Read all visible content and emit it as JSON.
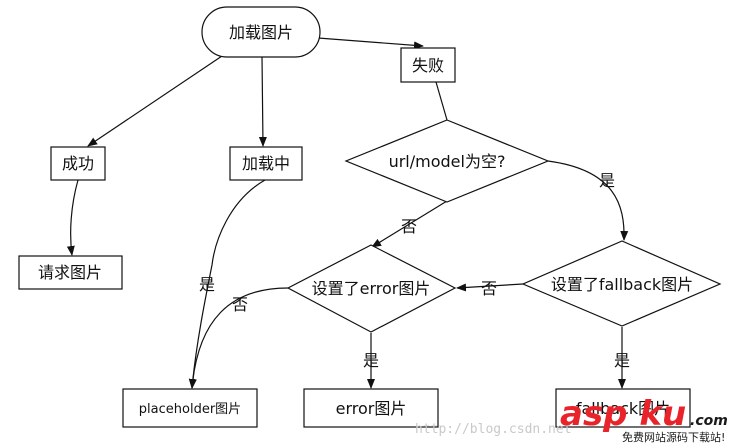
{
  "nodes": {
    "start": "加载图片",
    "fail": "失败",
    "success": "成功",
    "loading": "加载中",
    "request": "请求图片",
    "url_empty": "url/model为空?",
    "set_error": "设置了error图片",
    "set_fallback": "设置了fallback图片",
    "placeholder": "placeholder图片",
    "error_image": "error图片",
    "fallback_image": "fallback图片"
  },
  "edge_labels": {
    "url_empty_no": "否",
    "url_empty_yes": "是",
    "fallback_no": "否",
    "fallback_yes": "是",
    "error_no": "否",
    "error_yes": "是",
    "loading_yes": "是"
  },
  "watermark": {
    "url_text": "http://blog.csdn.net",
    "logo_text": "asp ku",
    "logo_domain": ".com",
    "logo_slogan": "免费网站源码下载站!"
  },
  "colors": {
    "stroke": "#111111",
    "background": "#ffffff",
    "logo_red": "#e8242a",
    "logo_black": "#1a1a1a"
  }
}
